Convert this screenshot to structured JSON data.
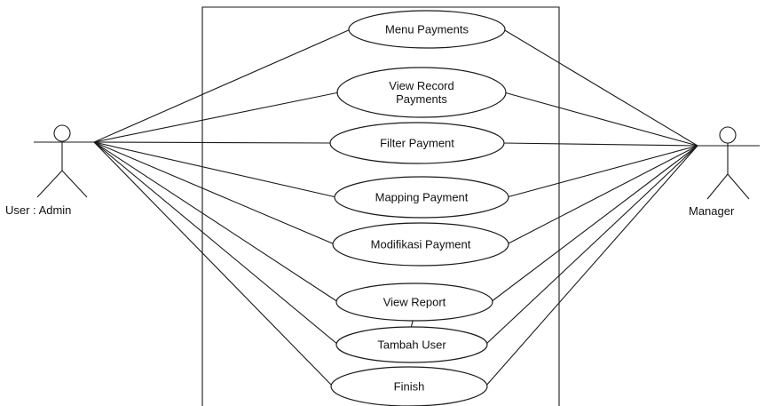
{
  "diagram": {
    "actors": {
      "admin": {
        "label": "User : Admin"
      },
      "manager": {
        "label": "Manager"
      }
    },
    "use_cases": [
      {
        "id": "menu-payments",
        "lines": [
          "Menu Payments"
        ]
      },
      {
        "id": "view-record-payments",
        "lines": [
          "View Record",
          "Payments"
        ]
      },
      {
        "id": "filter-payment",
        "lines": [
          "Filter Payment"
        ]
      },
      {
        "id": "mapping-payment",
        "lines": [
          "Mapping Payment"
        ]
      },
      {
        "id": "modifikasi-payment",
        "lines": [
          "Modifikasi Payment"
        ]
      },
      {
        "id": "view-report",
        "lines": [
          "View Report"
        ]
      },
      {
        "id": "tambah-user",
        "lines": [
          "Tambah User"
        ]
      },
      {
        "id": "finish",
        "lines": [
          "Finish"
        ]
      }
    ]
  }
}
